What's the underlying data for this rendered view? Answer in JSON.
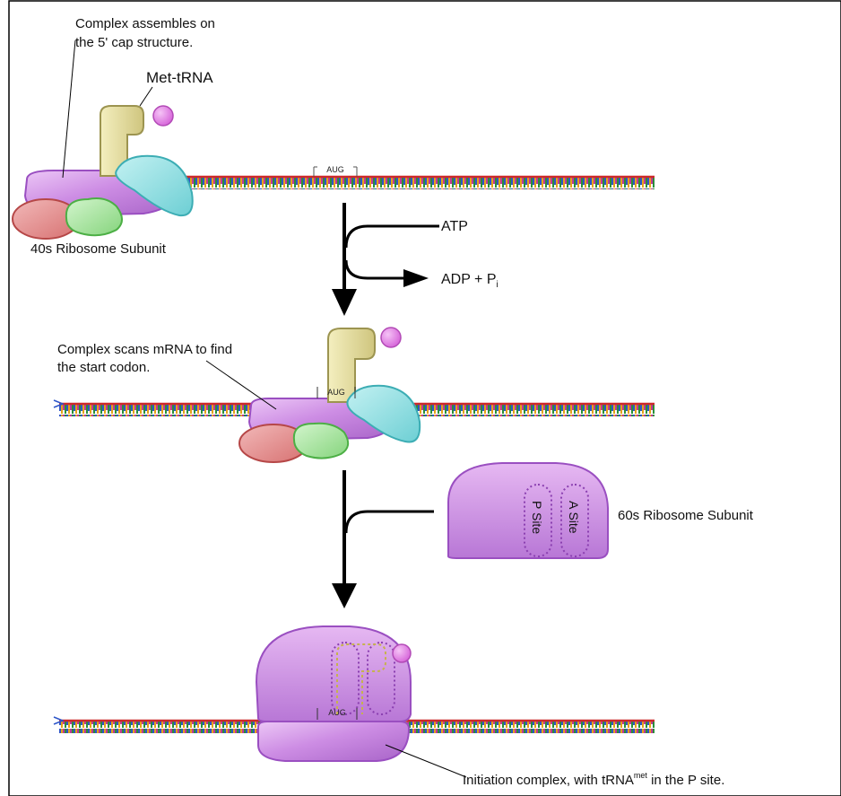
{
  "labels": {
    "cap_note_line1": "Complex assembles on",
    "cap_note_line2": "the 5' cap structure.",
    "met_trna": "Met-tRNA",
    "subunit_40s": "40s Ribosome Subunit",
    "atp": "ATP",
    "adp_main": "ADP + P",
    "adp_sub": "i",
    "scan_note_line1": "Complex scans mRNA to find",
    "scan_note_line2": "the start codon.",
    "subunit_60s": "60s Ribosome Subunit",
    "p_site": "P Site",
    "a_site": "A Site",
    "aug_1": "AUG",
    "aug_2": "AUG",
    "aug_3": "AUG",
    "initiation_main": "Initiation complex, with tRNA",
    "initiation_sup": "met",
    "initiation_tail": " in the P site."
  },
  "colors": {
    "border": "#000000",
    "mrna_backbone": "#cc2a2a",
    "ribosome_purple": "#cf8ee6",
    "ribosome_stroke": "#9a4fc1",
    "trna_yellow": "#e4dd97",
    "trna_stroke": "#9c9450",
    "met_pink": "#e27ee6",
    "factor_red": "#e39191",
    "factor_red_stroke": "#b64747",
    "factor_green": "#a7e49e",
    "factor_green_stroke": "#4caf45",
    "factor_cyan": "#92e0e2",
    "factor_cyan_stroke": "#3cadb4",
    "arrow": "#000000"
  }
}
